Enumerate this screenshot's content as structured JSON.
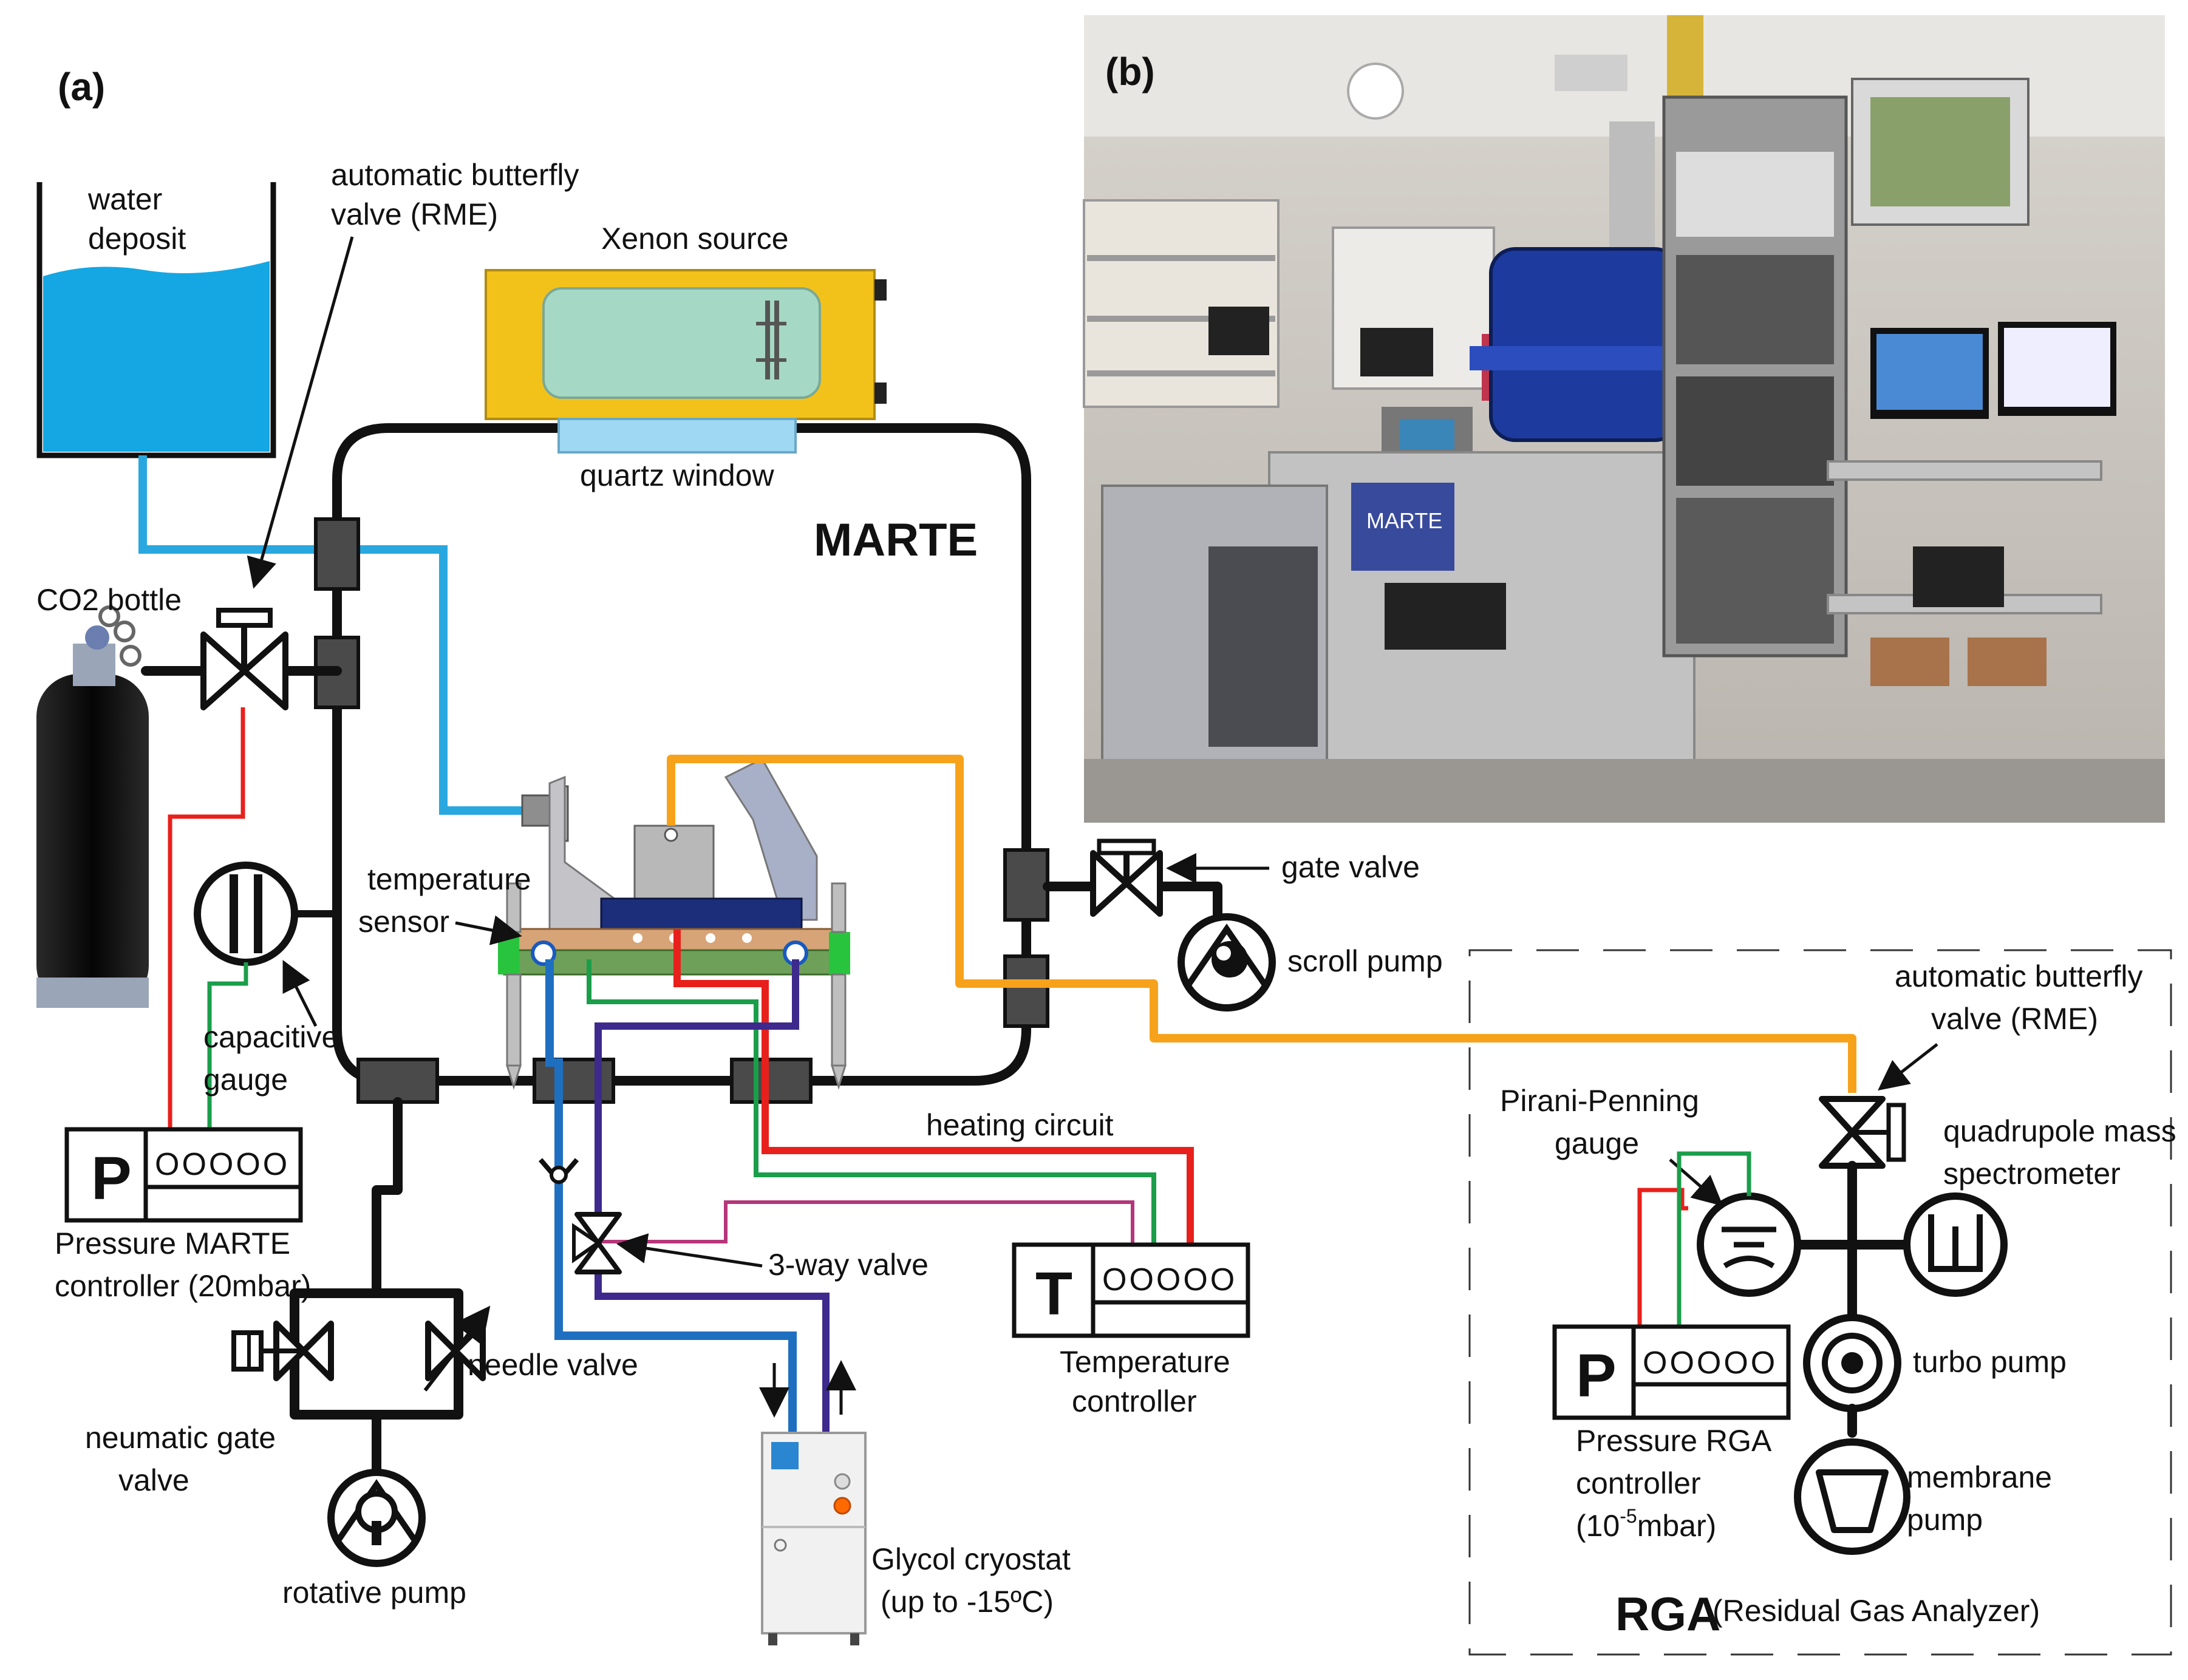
{
  "panels": {
    "a": "(a)",
    "b": "(b)"
  },
  "labels": {
    "water_deposit_1": "water",
    "water_deposit_2": "deposit",
    "butterfly_valve_1": "automatic butterfly",
    "butterfly_valve_2": "valve (RME)",
    "xenon_source": "Xenon source",
    "quartz_window": "quartz window",
    "marte": "MARTE",
    "co2_bottle": "CO2 bottle",
    "temperature_sensor_1": "temperature",
    "temperature_sensor_2": "sensor",
    "capacitive_gauge_1": "capacitive",
    "capacitive_gauge_2": "gauge",
    "gate_valve": "gate valve",
    "scroll_pump": "scroll pump",
    "pressure_marte_1": "Pressure MARTE",
    "pressure_marte_2": "controller (20mbar)",
    "heating_circuit": "heating circuit",
    "three_way_valve": "3-way valve",
    "temperature_controller_1": "Temperature",
    "temperature_controller_2": "controller",
    "needle_valve": "needle valve",
    "neumatic_gate_1": "neumatic gate",
    "neumatic_gate_2": "valve",
    "rotative_pump": "rotative pump",
    "glycol_1": "Glycol cryostat",
    "glycol_2": "(up to -15ºC)",
    "rga_butterfly_1": "automatic butterfly",
    "rga_butterfly_2": "valve (RME)",
    "pirani_1": "Pirani-Penning",
    "pirani_2": "gauge",
    "quadrupole_1": "quadrupole mass",
    "quadrupole_2": "spectrometer",
    "turbo_pump": "turbo pump",
    "pressure_rga_1": "Pressure RGA",
    "pressure_rga_2": "controller",
    "pressure_rga_3": "(10",
    "pressure_rga_exp": "-5",
    "pressure_rga_4": "mbar)",
    "membrane_1": "membrane",
    "membrane_2": "pump",
    "rga_title": "RGA",
    "rga_subtitle": "(Residual Gas Analyzer)",
    "controller_p": "P",
    "controller_t": "T",
    "controller_display": "OOOOO",
    "marte_sign": "MARTE"
  },
  "colors": {
    "water_line": "#29a8e0",
    "heating_line": "#e8201c",
    "sensor_line": "#1a9e4a",
    "orange_line": "#f7a21b",
    "cryo_blue": "#1f6fc0",
    "cryo_violet": "#3d2a8c",
    "valve_line": "#b5367a"
  }
}
